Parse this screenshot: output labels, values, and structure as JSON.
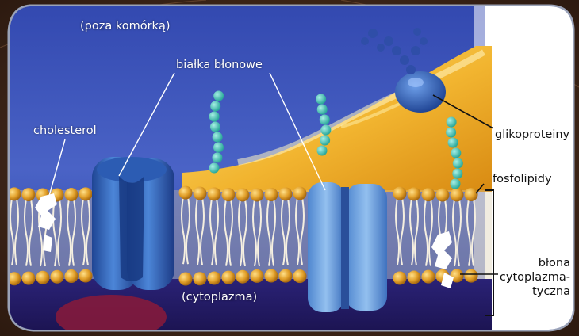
{
  "labels": {
    "outside_cell": "(poza komórką)",
    "membrane_proteins": "białka błonowe",
    "cholesterol": "cholesterol",
    "glycoproteins": "glikoproteiny",
    "phospholipids": "fosfolipidy",
    "cell_membrane": [
      "błona",
      "cytoplazma-",
      "tyczna"
    ],
    "cytoplasm": "(cytoplazma)"
  },
  "colors": {
    "background": "#3a2418",
    "frame": "#8a93a6",
    "extracellular": "#3f55b3",
    "cytoplasm": "#261b68",
    "glycocalyx": "#f0b632",
    "phospholipid_head": "#e3a12c",
    "protein": "#3b6fc8",
    "protein_light": "#7fb0e6",
    "sugar_chain": "#40c0b4",
    "cholesterol": "#ffffff"
  }
}
